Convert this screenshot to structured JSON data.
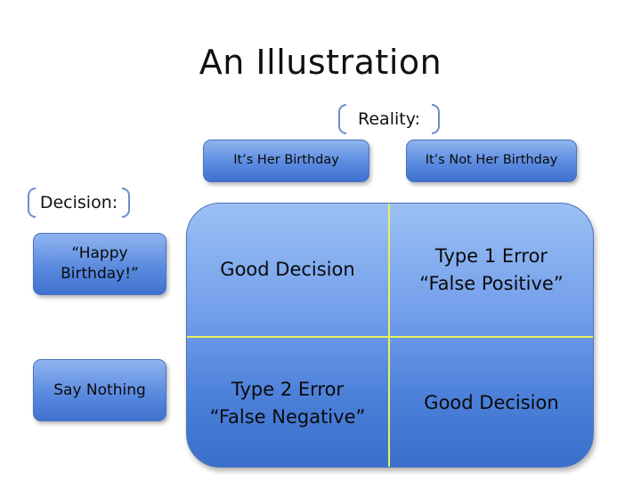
{
  "title": "An Illustration",
  "reality_label": "Reality:",
  "decision_label": "Decision:",
  "columns": [
    "It’s Her Birthday",
    "It’s Not Her Birthday"
  ],
  "rows": [
    {
      "line1": "“Happy",
      "line2": "Birthday!”"
    },
    {
      "line1": "Say Nothing"
    }
  ],
  "cells": {
    "r1c1": {
      "line1": "Good Decision"
    },
    "r1c2": {
      "line1": "Type 1 Error",
      "line2": "“False Positive”"
    },
    "r2c1": {
      "line1": "Type 2 Error",
      "line2": "“False Negative”"
    },
    "r2c2": {
      "line1": "Good Decision"
    }
  },
  "colors": {
    "box_blue": "#5b8be0",
    "divider_yellow": "#e6f25a",
    "bracket_blue": "#6b8fc9"
  }
}
